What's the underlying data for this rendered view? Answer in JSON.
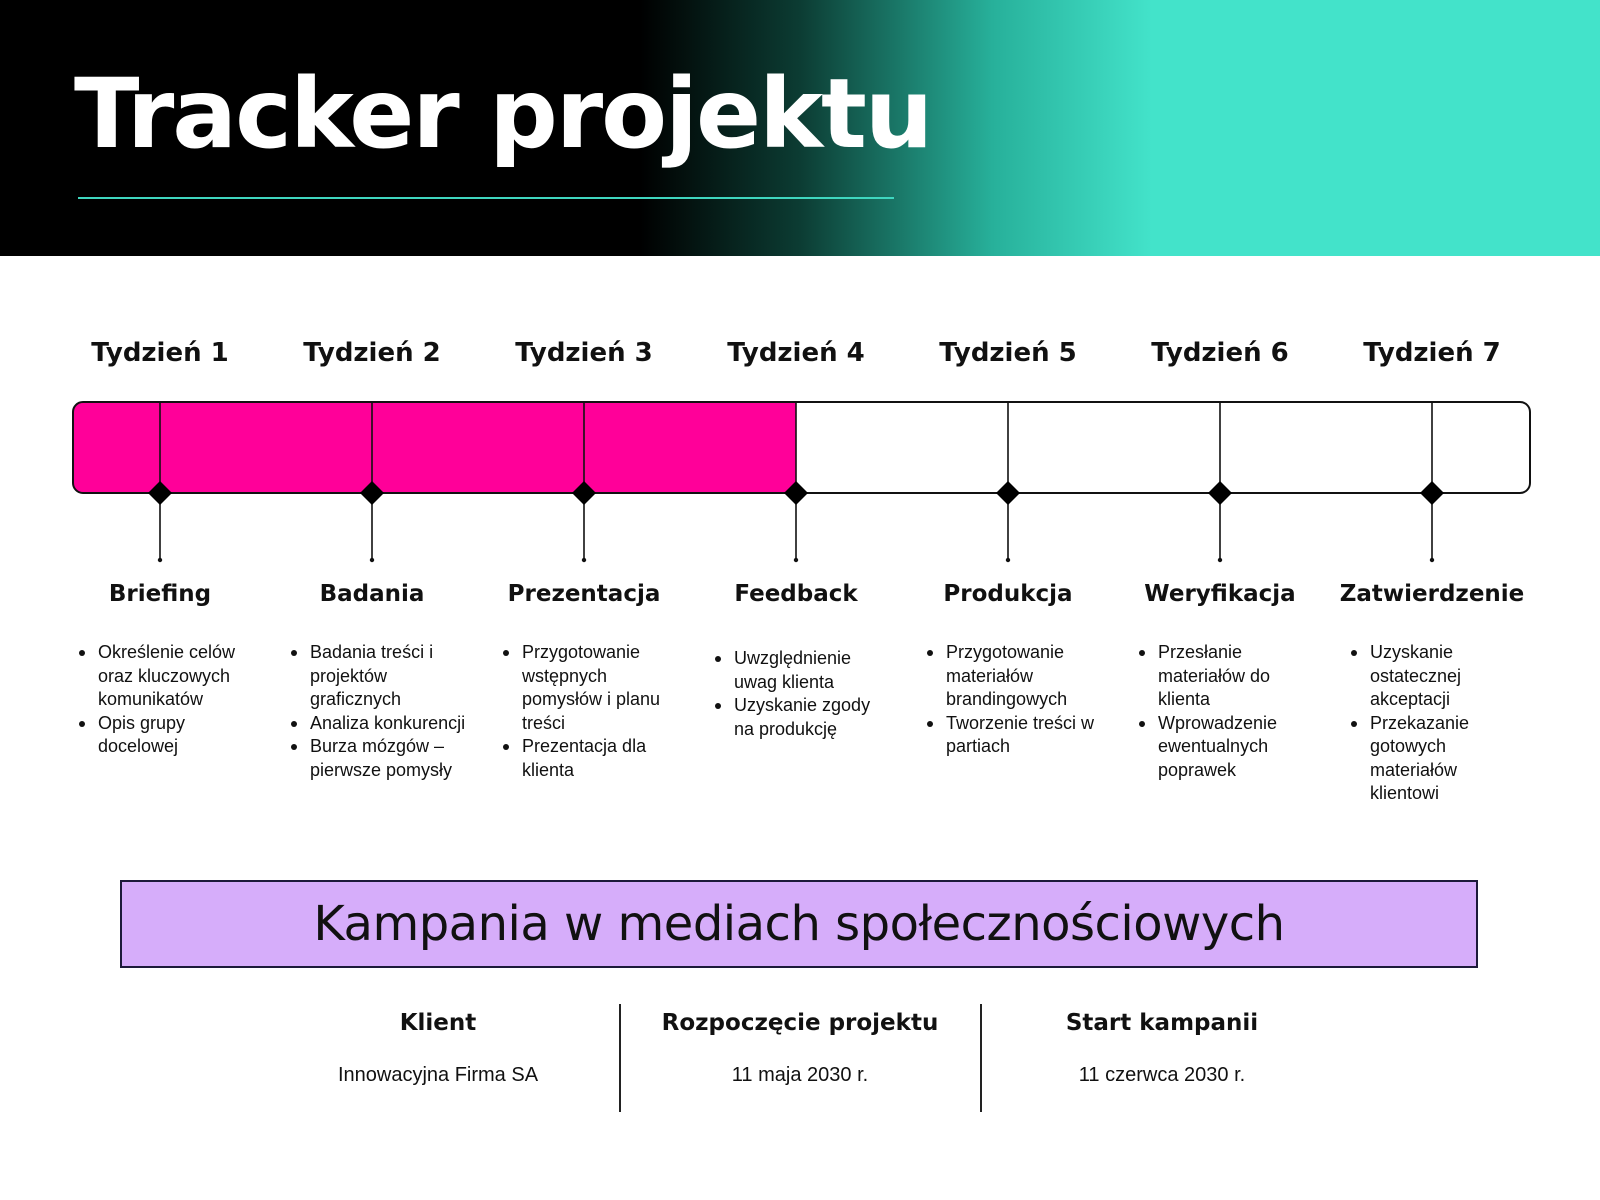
{
  "header": {
    "title": "Tracker projektu"
  },
  "timeline": {
    "progress_weeks_complete": 4,
    "total_weeks": 7,
    "progress_color": "#ff0099",
    "weeks": [
      {
        "label": "Tydzień 1",
        "phase": "Briefing",
        "items": [
          "Określenie celów oraz kluczowych komunikatów",
          "Opis grupy docelowej"
        ]
      },
      {
        "label": "Tydzień 2",
        "phase": "Badania",
        "items": [
          "Badania treści i projektów graficznych",
          "Analiza konkurencji",
          "Burza mózgów – pierwsze pomysły"
        ]
      },
      {
        "label": "Tydzień 3",
        "phase": "Prezentacja",
        "items": [
          "Przygotowanie wstępnych pomysłów i planu treści",
          "Prezentacja dla klienta"
        ]
      },
      {
        "label": "Tydzień 4",
        "phase": "Feedback",
        "items": [
          "Uwzględnienie uwag klienta",
          "Uzyskanie zgody na produkcję"
        ]
      },
      {
        "label": "Tydzień 5",
        "phase": "Produkcja",
        "items": [
          "Przygotowanie materiałów brandingowych",
          "Tworzenie treści w partiach"
        ]
      },
      {
        "label": "Tydzień 6",
        "phase": "Weryfikacja",
        "items": [
          "Przesłanie materiałów do klienta",
          "Wprowadzenie ewentualnych poprawek"
        ]
      },
      {
        "label": "Tydzień 7",
        "phase": "Zatwierdzenie",
        "items": [
          "Uzyskanie ostatecznej akceptacji",
          "Przekazanie gotowych materiałów klientowi"
        ]
      }
    ]
  },
  "campaign": {
    "title": "Kampania w mediach społecznościowych",
    "color": "#d6adfa"
  },
  "info": [
    {
      "heading": "Klient",
      "value": "Innowacyjna Firma SA"
    },
    {
      "heading": "Rozpoczęcie projektu",
      "value": "11 maja 2030 r."
    },
    {
      "heading": "Start kampanii",
      "value": "11 czerwca 2030 r."
    }
  ]
}
